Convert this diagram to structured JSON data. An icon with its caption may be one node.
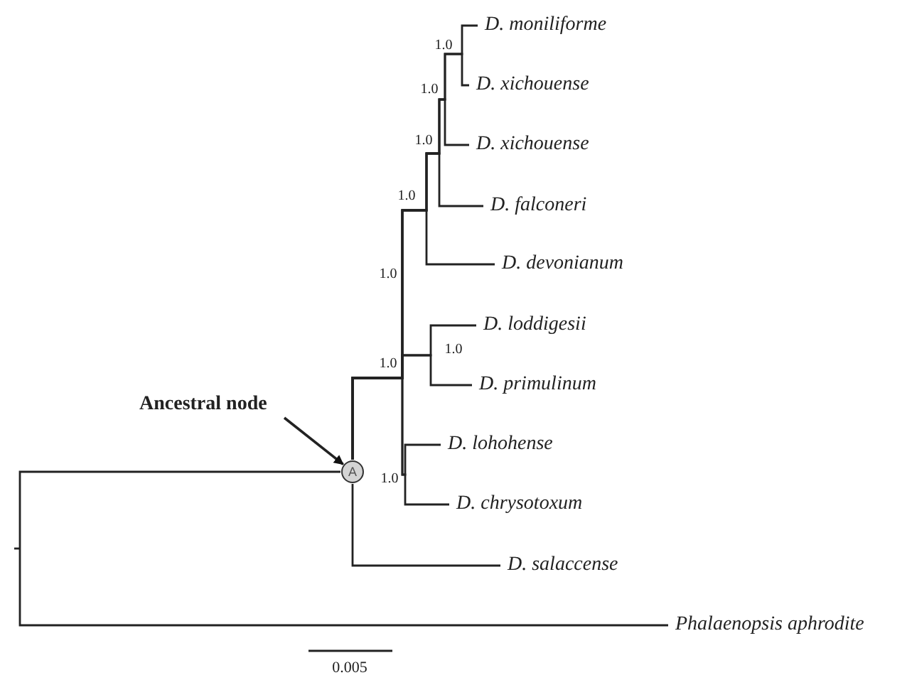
{
  "diagram": {
    "nodes": [
      {
        "text": [
          "Ancestral node"
        ]
      },
      {
        "text": [
          "A"
        ]
      },
      {
        "text": [
          "D. moniliforme"
        ]
      },
      {
        "text": [
          "D. xichouense"
        ]
      },
      {
        "text": [
          "D. xichouense"
        ]
      },
      {
        "text": [
          "D. falconeri"
        ]
      },
      {
        "text": [
          "D. devonianum"
        ]
      },
      {
        "text": [
          "D. loddigesii"
        ]
      },
      {
        "text": [
          "D. primulinum"
        ]
      },
      {
        "text": [
          "D. lohohense"
        ]
      },
      {
        "text": [
          "D. chrysotoxum"
        ]
      },
      {
        "text": [
          "D. salaccense"
        ]
      },
      {
        "text": [
          "Phalaenopsis aphrodite"
        ]
      }
    ],
    "edges": [
      {
        "from": 0,
        "to": 1,
        "arrow": "to"
      },
      {
        "from": 1,
        "to": 2,
        "arrow": "none"
      },
      {
        "from": 1,
        "to": 3,
        "arrow": "none"
      },
      {
        "from": 1,
        "to": 4,
        "arrow": "none"
      },
      {
        "from": 1,
        "to": 5,
        "arrow": "none"
      },
      {
        "from": 1,
        "to": 6,
        "arrow": "none"
      },
      {
        "from": 1,
        "to": 7,
        "arrow": "none"
      },
      {
        "from": 1,
        "to": 8,
        "arrow": "none"
      },
      {
        "from": 1,
        "to": 9,
        "arrow": "none"
      },
      {
        "from": 1,
        "to": 10,
        "arrow": "none"
      },
      {
        "from": 1,
        "to": 11,
        "arrow": "none"
      },
      {
        "from": 1,
        "to": 12,
        "arrow": "none"
      }
    ],
    "labels": [
      "1.0",
      "1.0",
      "1.0",
      "1.0",
      "1.0",
      "1.0",
      "1.0",
      "1.0",
      "0.005"
    ]
  }
}
